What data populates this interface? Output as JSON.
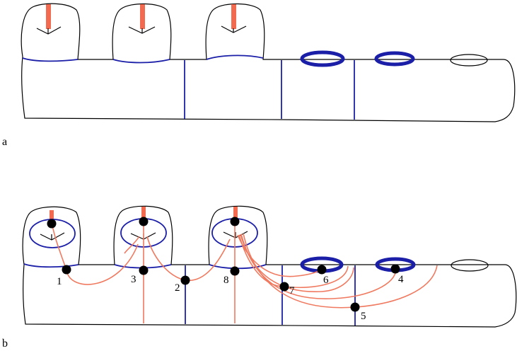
{
  "panels": {
    "a": {
      "label": "a"
    },
    "b": {
      "label": "b"
    }
  },
  "points": [
    {
      "id": "p1",
      "label": "1"
    },
    {
      "id": "p2",
      "label": "2"
    },
    {
      "id": "p3",
      "label": "3"
    },
    {
      "id": "p4",
      "label": "4"
    },
    {
      "id": "p5",
      "label": "5"
    },
    {
      "id": "p6",
      "label": "6"
    },
    {
      "id": "p7",
      "label": "7"
    },
    {
      "id": "p8",
      "label": "8"
    }
  ],
  "colors": {
    "outline": "#000000",
    "curve_blue": "#1b1fa8",
    "arc_red": "#f07a60",
    "bar_red": "#f26b50",
    "dot": "#000000"
  }
}
